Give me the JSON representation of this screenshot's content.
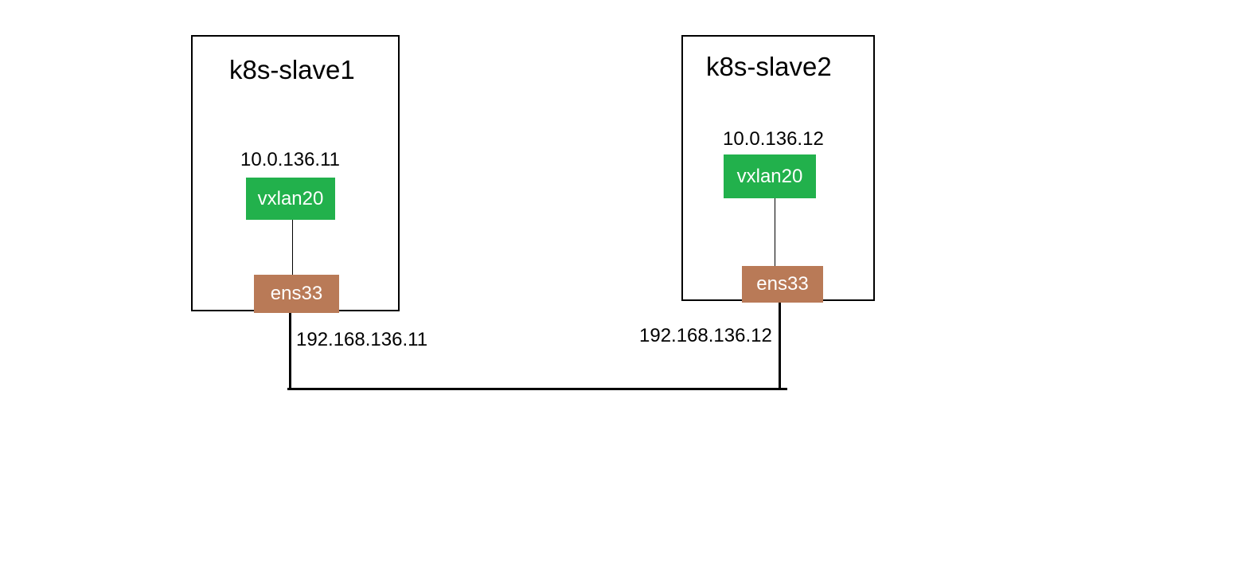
{
  "hosts": [
    {
      "name": "k8s-slave1",
      "vxlan": {
        "label": "vxlan20",
        "ip": "10.0.136.11"
      },
      "nic": {
        "label": "ens33",
        "ip": "192.168.136.11"
      }
    },
    {
      "name": "k8s-slave2",
      "vxlan": {
        "label": "vxlan20",
        "ip": "10.0.136.12"
      },
      "nic": {
        "label": "ens33",
        "ip": "192.168.136.12"
      }
    }
  ],
  "colors": {
    "vxlan": "#22b14c",
    "nic": "#b97a57",
    "border": "#000000",
    "background": "#ffffff"
  }
}
